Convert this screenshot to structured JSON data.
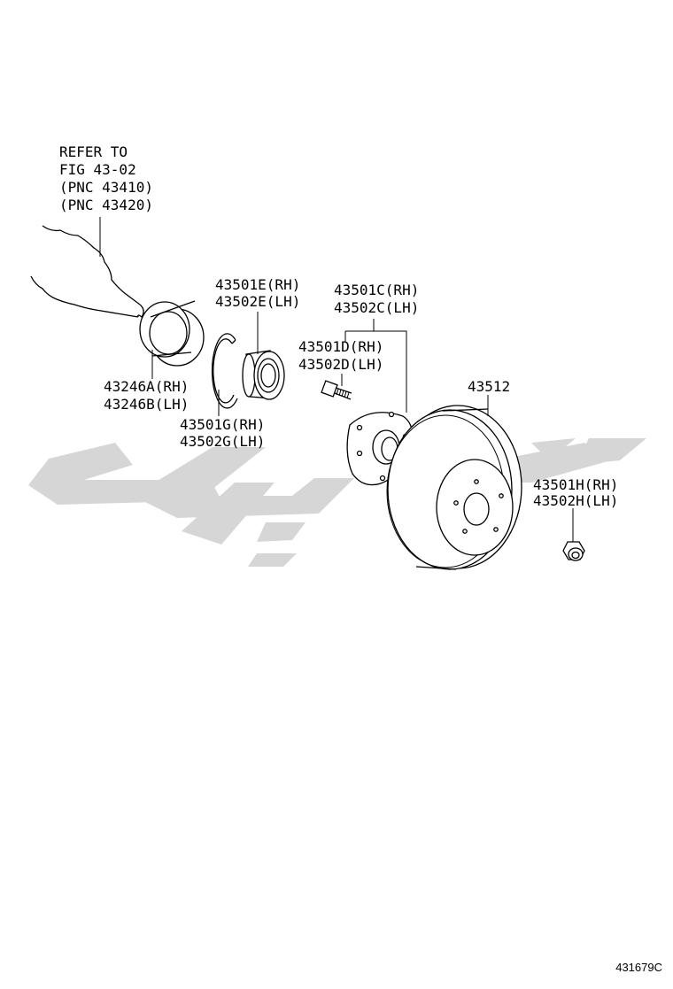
{
  "reference_note": {
    "lines": [
      "REFER TO",
      "FIG 43-02",
      "(PNC 43410)",
      "(PNC 43420)"
    ]
  },
  "callouts": {
    "seal": [
      "43246A(RH)",
      "43246B(LH)"
    ],
    "bearing": [
      "43501E(RH)",
      "43502E(LH)"
    ],
    "snap_ring": [
      "43501G(RH)",
      "43502G(LH)"
    ],
    "hub_assy": [
      "43501C(RH)",
      "43502C(LH)"
    ],
    "hub_bolt": [
      "43501D(RH)",
      "43502D(LH)"
    ],
    "disc": [
      "43512"
    ],
    "nut": [
      "43501H(RH)",
      "43502H(LH)"
    ]
  },
  "figure_number": "431679C",
  "colors": {
    "ink": "#000000",
    "watermark": "#d6d6d6",
    "background": "#ffffff"
  }
}
